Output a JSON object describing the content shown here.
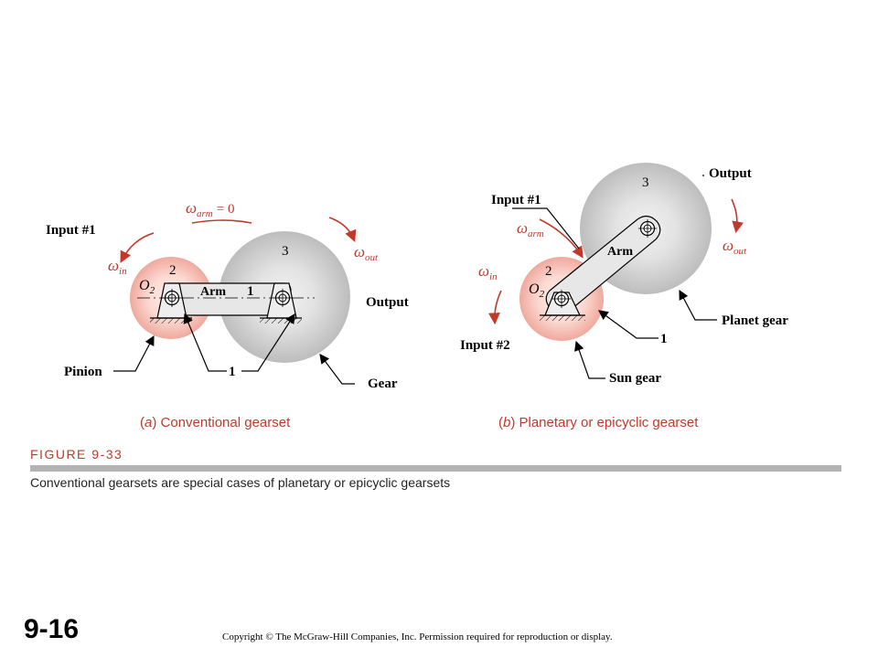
{
  "left_panel": {
    "omega_arm": "ω",
    "omega_arm_sub": "arm",
    "omega_arm_eq": "= 0",
    "input1": "Input #1",
    "omega_in": "ω",
    "omega_in_sub": "in",
    "omega_out": "ω",
    "omega_out_sub": "out",
    "gear2": "2",
    "gear3": "3",
    "o2": "O",
    "o2_sub": "2",
    "arm": "Arm",
    "link1": "1",
    "output": "Output",
    "pinion": "Pinion",
    "ground1": "1",
    "gear": "Gear",
    "caption_open": "(",
    "caption_letter": "a",
    "caption_rest": ")  Conventional gearset"
  },
  "right_panel": {
    "input1": "Input #1",
    "omega_arm": "ω",
    "omega_arm_sub": "arm",
    "omega_in": "ω",
    "omega_in_sub": "in",
    "omega_out": "ω",
    "omega_out_sub": "out",
    "gear3": "3",
    "output": "Output",
    "arm": "Arm",
    "gear2": "2",
    "o2": "O",
    "o2_sub": "2",
    "input2": "Input #2",
    "link1": "1",
    "planet_gear": "Planet gear",
    "sun_gear": "Sun gear",
    "caption_open": "(",
    "caption_letter": "b",
    "caption_rest": ")  Planetary or epicyclic gearset"
  },
  "figure": {
    "label": "FIGURE 9-33",
    "caption": "Conventional gearsets are special cases of planetary or epicyclic gearsets"
  },
  "footer": {
    "slide_number": "9-16",
    "copyright": "Copyright © The McGraw-Hill Companies, Inc. Permission required for reproduction or display."
  },
  "colors": {
    "accent_red": "#c0392b",
    "pinion_fill": "#f6c9c0",
    "gear_fill": "#d6d6d6",
    "rule_gray": "#b3b3b3"
  }
}
